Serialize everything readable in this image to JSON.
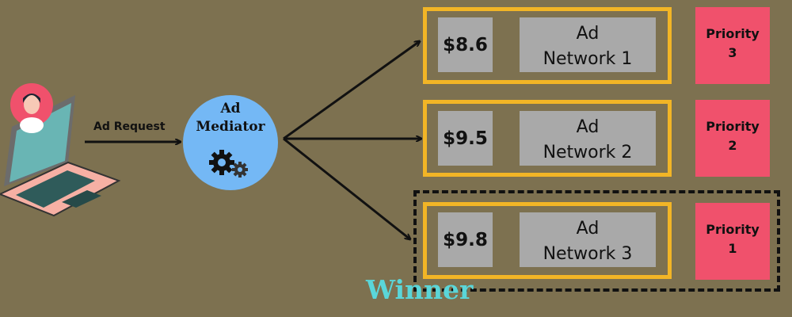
{
  "request": {
    "label": "Ad Request"
  },
  "mediator": {
    "line1": "Ad",
    "line2": "Mediator",
    "icon": "gears-icon"
  },
  "networks": [
    {
      "price": "$8.6",
      "name_line1": "Ad",
      "name_line2": "Network 1",
      "priority_label": "Priority",
      "priority_value": "3"
    },
    {
      "price": "$9.5",
      "name_line1": "Ad",
      "name_line2": "Network 2",
      "priority_label": "Priority",
      "priority_value": "2"
    },
    {
      "price": "$9.8",
      "name_line1": "Ad",
      "name_line2": "Network 3",
      "priority_label": "Priority",
      "priority_value": "1"
    }
  ],
  "winner": {
    "label": "Winner"
  },
  "colors": {
    "background": "#7d7150",
    "network_border": "#f2b526",
    "priority": "#f0516c",
    "mediator": "#74b8f5",
    "winner_text": "#5ad6d9"
  }
}
